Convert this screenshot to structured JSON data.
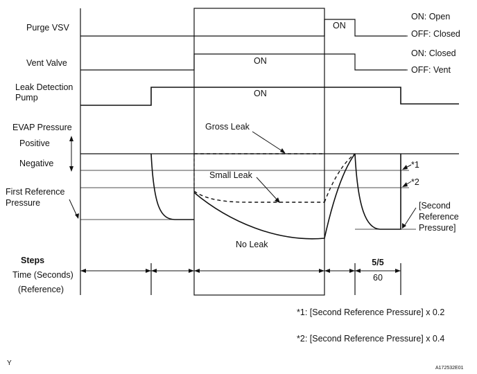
{
  "signals": {
    "purge_vsv": "Purge VSV",
    "vent_valve": "Vent Valve",
    "leak_pump_line1": "Leak Detection",
    "leak_pump_line2": "Pump",
    "evap_pressure": "EVAP Pressure",
    "positive": "Positive",
    "negative": "Negative",
    "first_ref_line1": "First Reference",
    "first_ref_line2": "Pressure"
  },
  "states": {
    "purge_on": "ON",
    "vent_on": "ON",
    "pump_on": "ON",
    "purge_open": "ON: Open",
    "purge_closed": "OFF: Closed",
    "vent_closed": "ON: Closed",
    "vent_vent": "OFF: Vent"
  },
  "curves": {
    "gross_leak": "Gross Leak",
    "small_leak": "Small Leak",
    "no_leak": "No Leak",
    "ref1_marker": "*1",
    "ref2_marker": "*2",
    "second_ref_line1": "[Second",
    "second_ref_line2": "Reference",
    "second_ref_line3": "Pressure]"
  },
  "steps": {
    "label": "Steps",
    "time_label": "Time (Seconds)",
    "reference_label": "(Reference)",
    "step_5": "5/5",
    "step_5_time": "60"
  },
  "footnotes": {
    "note1": "*1: [Second Reference Pressure] x 0.2",
    "note2": "*2: [Second Reference Pressure] x 0.4"
  },
  "corner": {
    "left_mark": "Y",
    "figure_id": "A172532E01"
  }
}
